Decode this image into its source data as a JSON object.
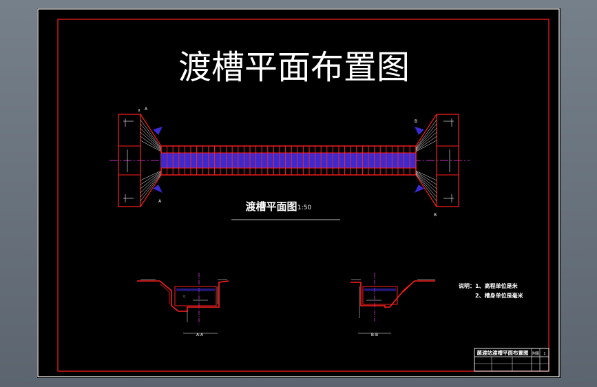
{
  "drawing": {
    "title": "渡槽平面布置图",
    "plan_title": "渡槽平面图",
    "plan_scale": "1:50",
    "section_a_label": "A-A",
    "section_b_label": "B-B",
    "cut_mark_a_top": "A",
    "cut_mark_a_bottom": "A",
    "cut_mark_b_top": "B",
    "cut_mark_b_bottom": "B",
    "notes_line_1": "说明：1、高程单位是米",
    "notes_line_2": "2、槽身单位是毫米",
    "title_block_name": "菌渡站渡槽平面布置图",
    "title_block_code": "附图",
    "title_block_no": "1"
  },
  "colors": {
    "background": "#000000",
    "frame": "#ffffff",
    "border": "#ff2020",
    "trough_fill": "#3a2ad0",
    "centerline": "#ff40ff",
    "text": "#ffffff"
  }
}
